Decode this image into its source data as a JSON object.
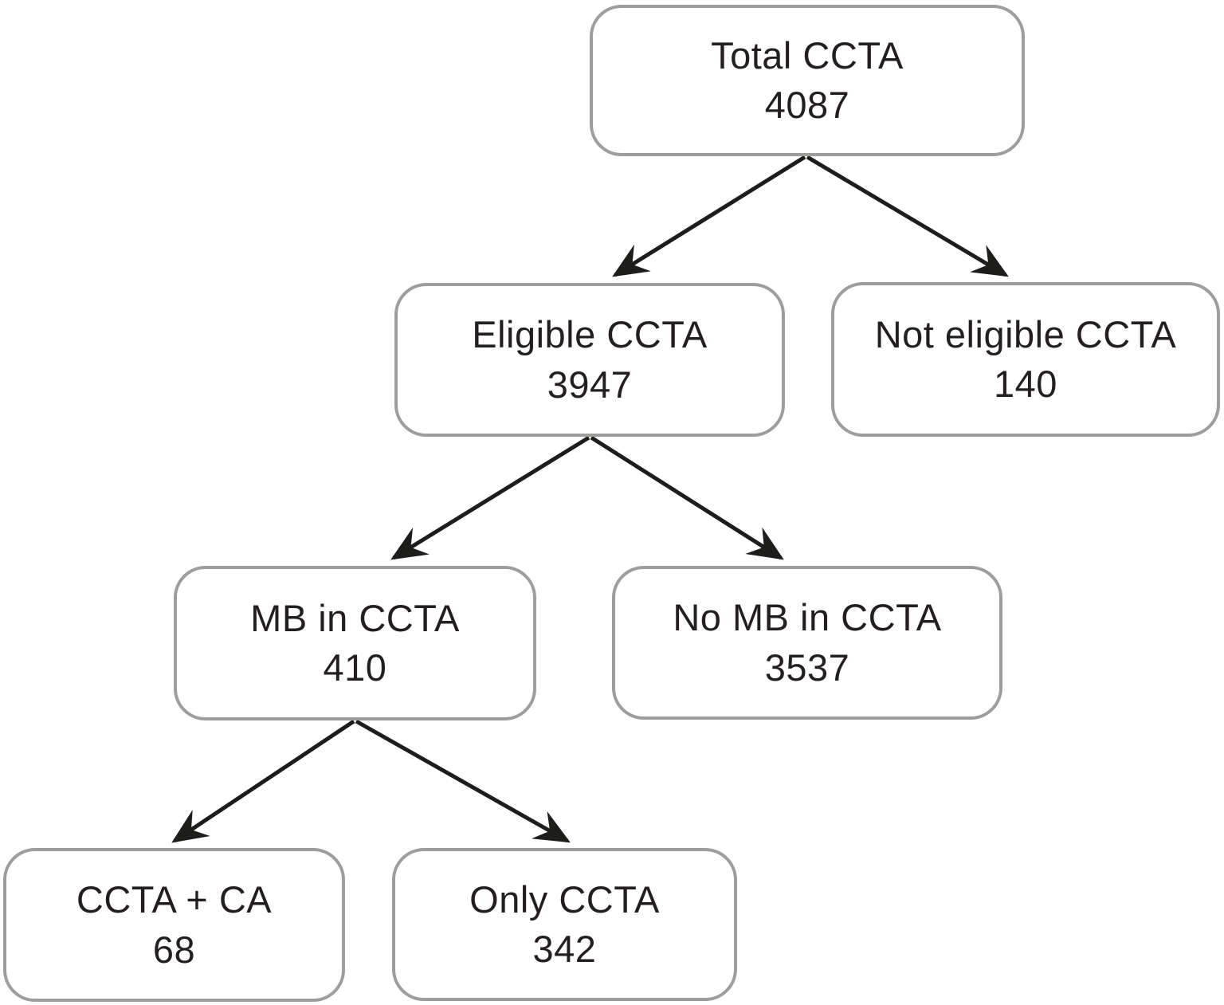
{
  "diagram": {
    "type": "flowchart",
    "description": "CCTA study inclusion flow diagram",
    "colors": {
      "box_border": "#9d9d9c",
      "text": "#231f20",
      "arrow": "#1d1d1b",
      "background": "#ffffff"
    },
    "nodes": {
      "total": {
        "label": "Total CCTA",
        "value": "4087"
      },
      "eligible": {
        "label": "Eligible CCTA",
        "value": "3947"
      },
      "not_eligible": {
        "label": "Not eligible CCTA",
        "value": "140"
      },
      "mb": {
        "label": "MB in CCTA",
        "value": "410"
      },
      "no_mb": {
        "label": "No MB in CCTA",
        "value": "3537"
      },
      "ccta_ca": {
        "label": "CCTA + CA",
        "value": "68"
      },
      "only_ccta": {
        "label": "Only CCTA",
        "value": "342"
      }
    },
    "edges": [
      {
        "from": "total",
        "to": "eligible"
      },
      {
        "from": "total",
        "to": "not_eligible"
      },
      {
        "from": "eligible",
        "to": "mb"
      },
      {
        "from": "eligible",
        "to": "no_mb"
      },
      {
        "from": "mb",
        "to": "ccta_ca"
      },
      {
        "from": "mb",
        "to": "only_ccta"
      }
    ]
  }
}
